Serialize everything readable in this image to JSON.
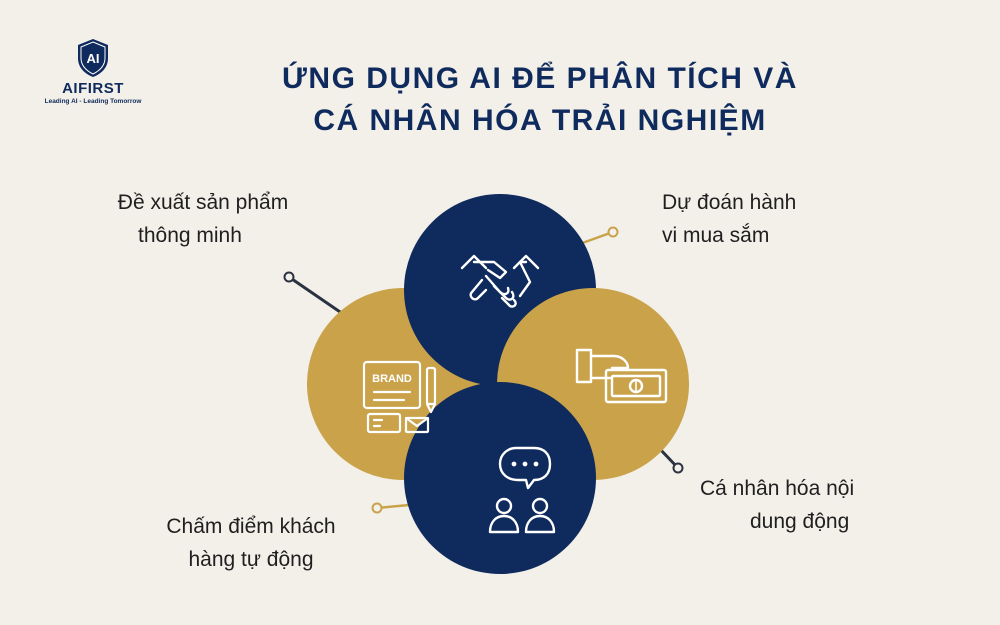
{
  "brand": {
    "logo_text": "AIFIRST",
    "monogram": "AI",
    "tagline": "Leading AI - Leading Tomorrow"
  },
  "title": {
    "line1": "ỨNG DỤNG AI ĐỂ PHÂN TÍCH VÀ",
    "line2": "CÁ NHÂN HÓA TRẢI NGHIỆM"
  },
  "items": [
    {
      "line1": "Đề xuất sản phẩm",
      "line2": "thông minh",
      "icon": "brand-card-icon",
      "color": "#c9a24a"
    },
    {
      "line1": "Dự đoán hành",
      "line2": "vi mua sắm",
      "icon": "handshake-icon",
      "color": "#0f2a5c"
    },
    {
      "line1": "Cá nhân hóa nội",
      "line2": "dung động",
      "icon": "hand-money-icon",
      "color": "#c9a24a"
    },
    {
      "line1": "Chấm điểm khách",
      "line2": "hàng tự động",
      "icon": "users-chat-icon",
      "color": "#0f2a5c"
    }
  ],
  "colors": {
    "navy": "#0f2a5c",
    "gold": "#c9a24a",
    "background": "#f3f0ea"
  }
}
